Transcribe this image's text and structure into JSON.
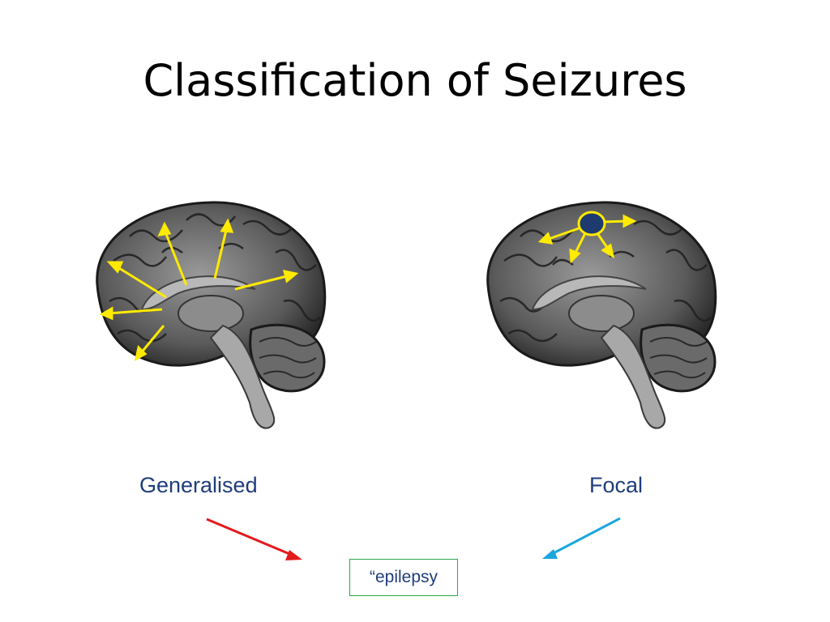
{
  "slide": {
    "title": "Classification of Seizures",
    "generalised_label": "Generalised",
    "focal_label": "Focal",
    "box_text": "“epilepsy",
    "colors": {
      "title": "#000000",
      "label": "#1f3d7a",
      "spread_arrows": "#ffea00",
      "focus": "#1e3a6e",
      "generalised_arrow": "#e31a1c",
      "focal_arrow": "#1ba6e0",
      "box_border": "#2aa84a"
    }
  }
}
